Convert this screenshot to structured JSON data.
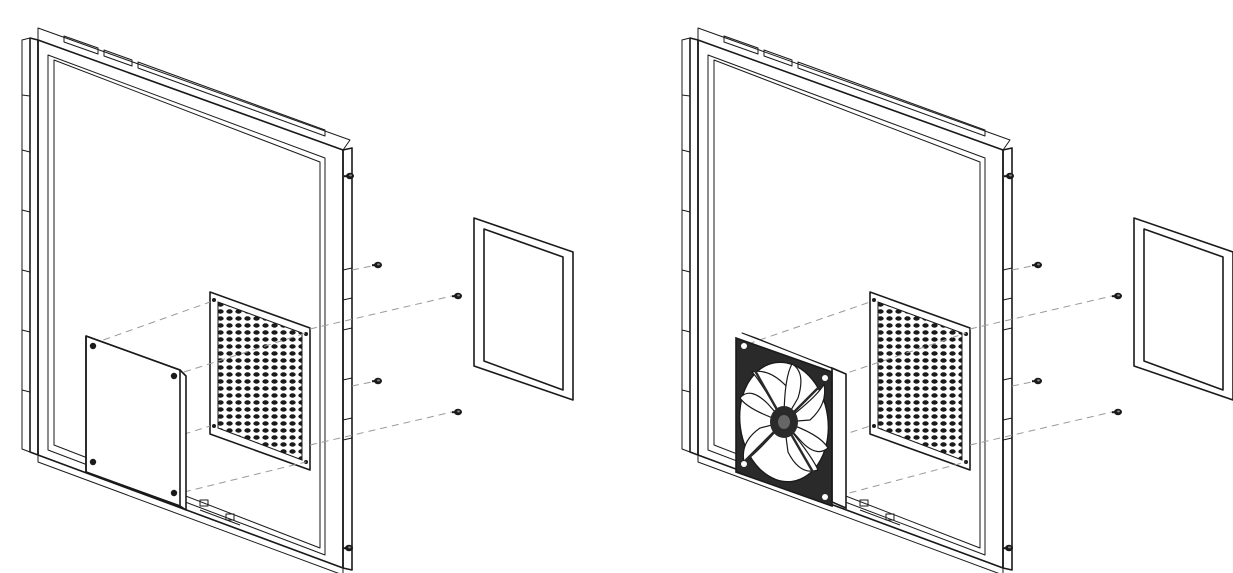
{
  "diagram": {
    "steps": [
      {
        "id": "step-1",
        "variant": "filter-cover"
      },
      {
        "id": "step-2",
        "variant": "fan"
      }
    ],
    "icons": [
      "side-panel",
      "mesh-vent",
      "screw",
      "dust-filter-frame",
      "vent-cover",
      "fan"
    ],
    "colors": {
      "line": "#1a1a1a",
      "dash": "#9a9a9a",
      "background": "#ffffff",
      "fan-body": "#2a2a2a"
    }
  }
}
